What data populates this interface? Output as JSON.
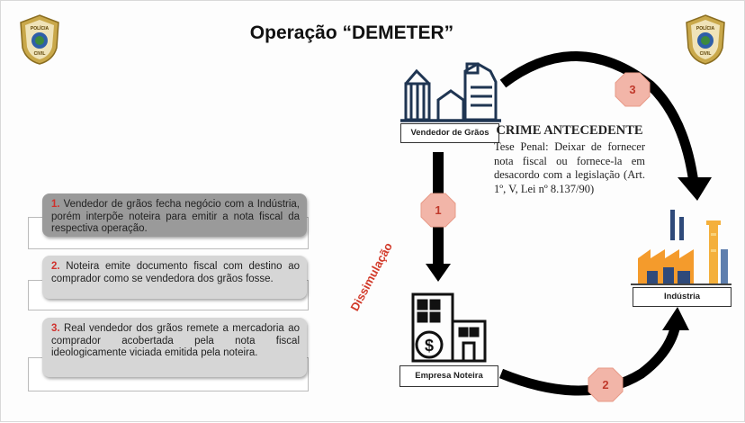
{
  "title": "Operação “DEMETER”",
  "badge_text": {
    "line1": "POLÍCIA",
    "line2": "CIVIL"
  },
  "steps": [
    {
      "num": "1.",
      "text": " Vendedor de grãos fecha negócio com a Indústria, porém interpõe noteira para emitir a nota fiscal da respectiva operação."
    },
    {
      "num": "2.",
      "text": " Noteira emite documento fiscal com destino ao comprador como se vendedora dos grãos fosse."
    },
    {
      "num": "3.",
      "text": " Real   vendedor dos grãos remete a mercadoria ao comprador acobertada pela nota fiscal ideologicamente viciada emitida pela noteira."
    }
  ],
  "nodes": {
    "seller": "Vendedor de Grãos",
    "industry": "Indústria",
    "company": "Empresa Noteira"
  },
  "markers": {
    "m1": "1",
    "m2": "2",
    "m3": "3"
  },
  "dissimulation": "Dissimulação",
  "crime": {
    "heading": "CRIME ANTECEDENTE",
    "text": "Tese Penal: Deixar de fornecer nota fiscal ou fornece-la em desacordo com a legislação (Art. 1º, V, Lei nº 8.137/90)"
  },
  "colors": {
    "marker": "#f2b5a8",
    "marker_text": "#c0392b",
    "accent_red": "#d23a2a",
    "step1_bg": "#9a9a9a",
    "step_bg": "#d6d6d6"
  }
}
